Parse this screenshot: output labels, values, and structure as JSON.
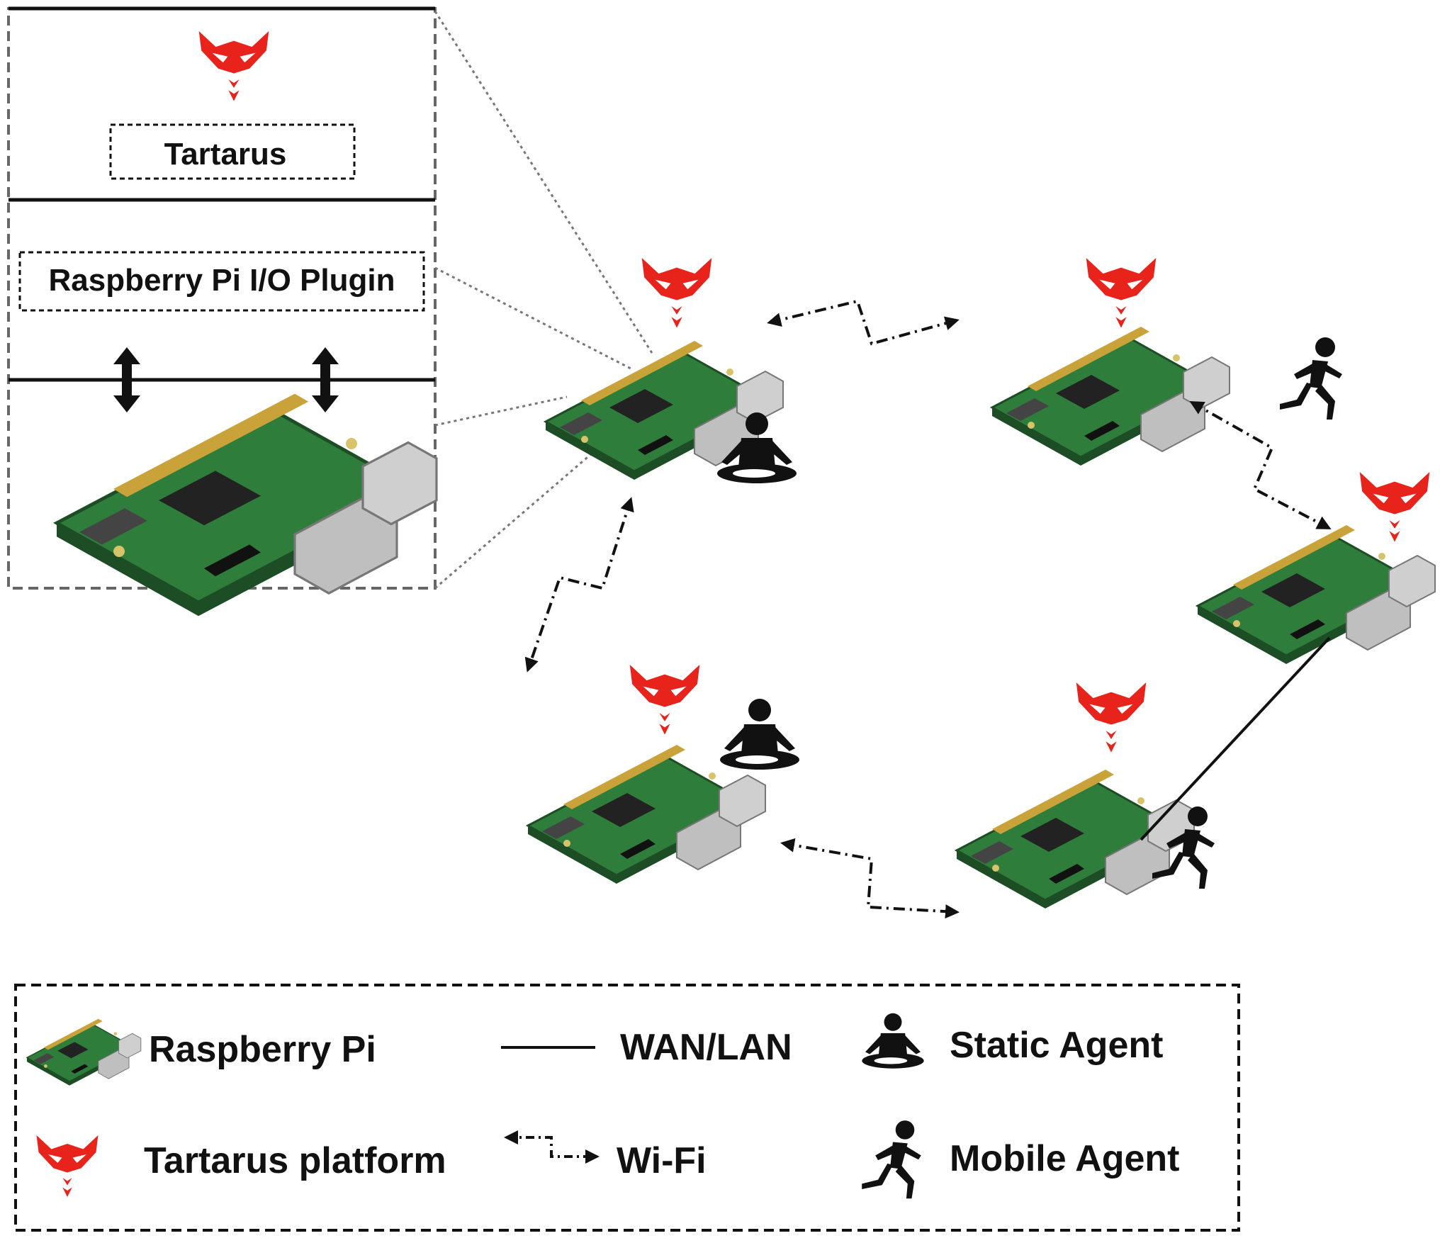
{
  "inset": {
    "tartarus_label": "Tartarus",
    "plugin_label": "Raspberry Pi I/O Plugin"
  },
  "legend": {
    "raspberry_pi": "Raspberry Pi",
    "wan_lan": "WAN/LAN",
    "static_agent": "Static Agent",
    "tartarus_platform": "Tartarus platform",
    "wifi": "Wi-Fi",
    "mobile_agent": "Mobile Agent"
  },
  "colors": {
    "tartarus_red": "#e8231b",
    "board_green": "#2f7d3a",
    "ink": "#111111"
  }
}
